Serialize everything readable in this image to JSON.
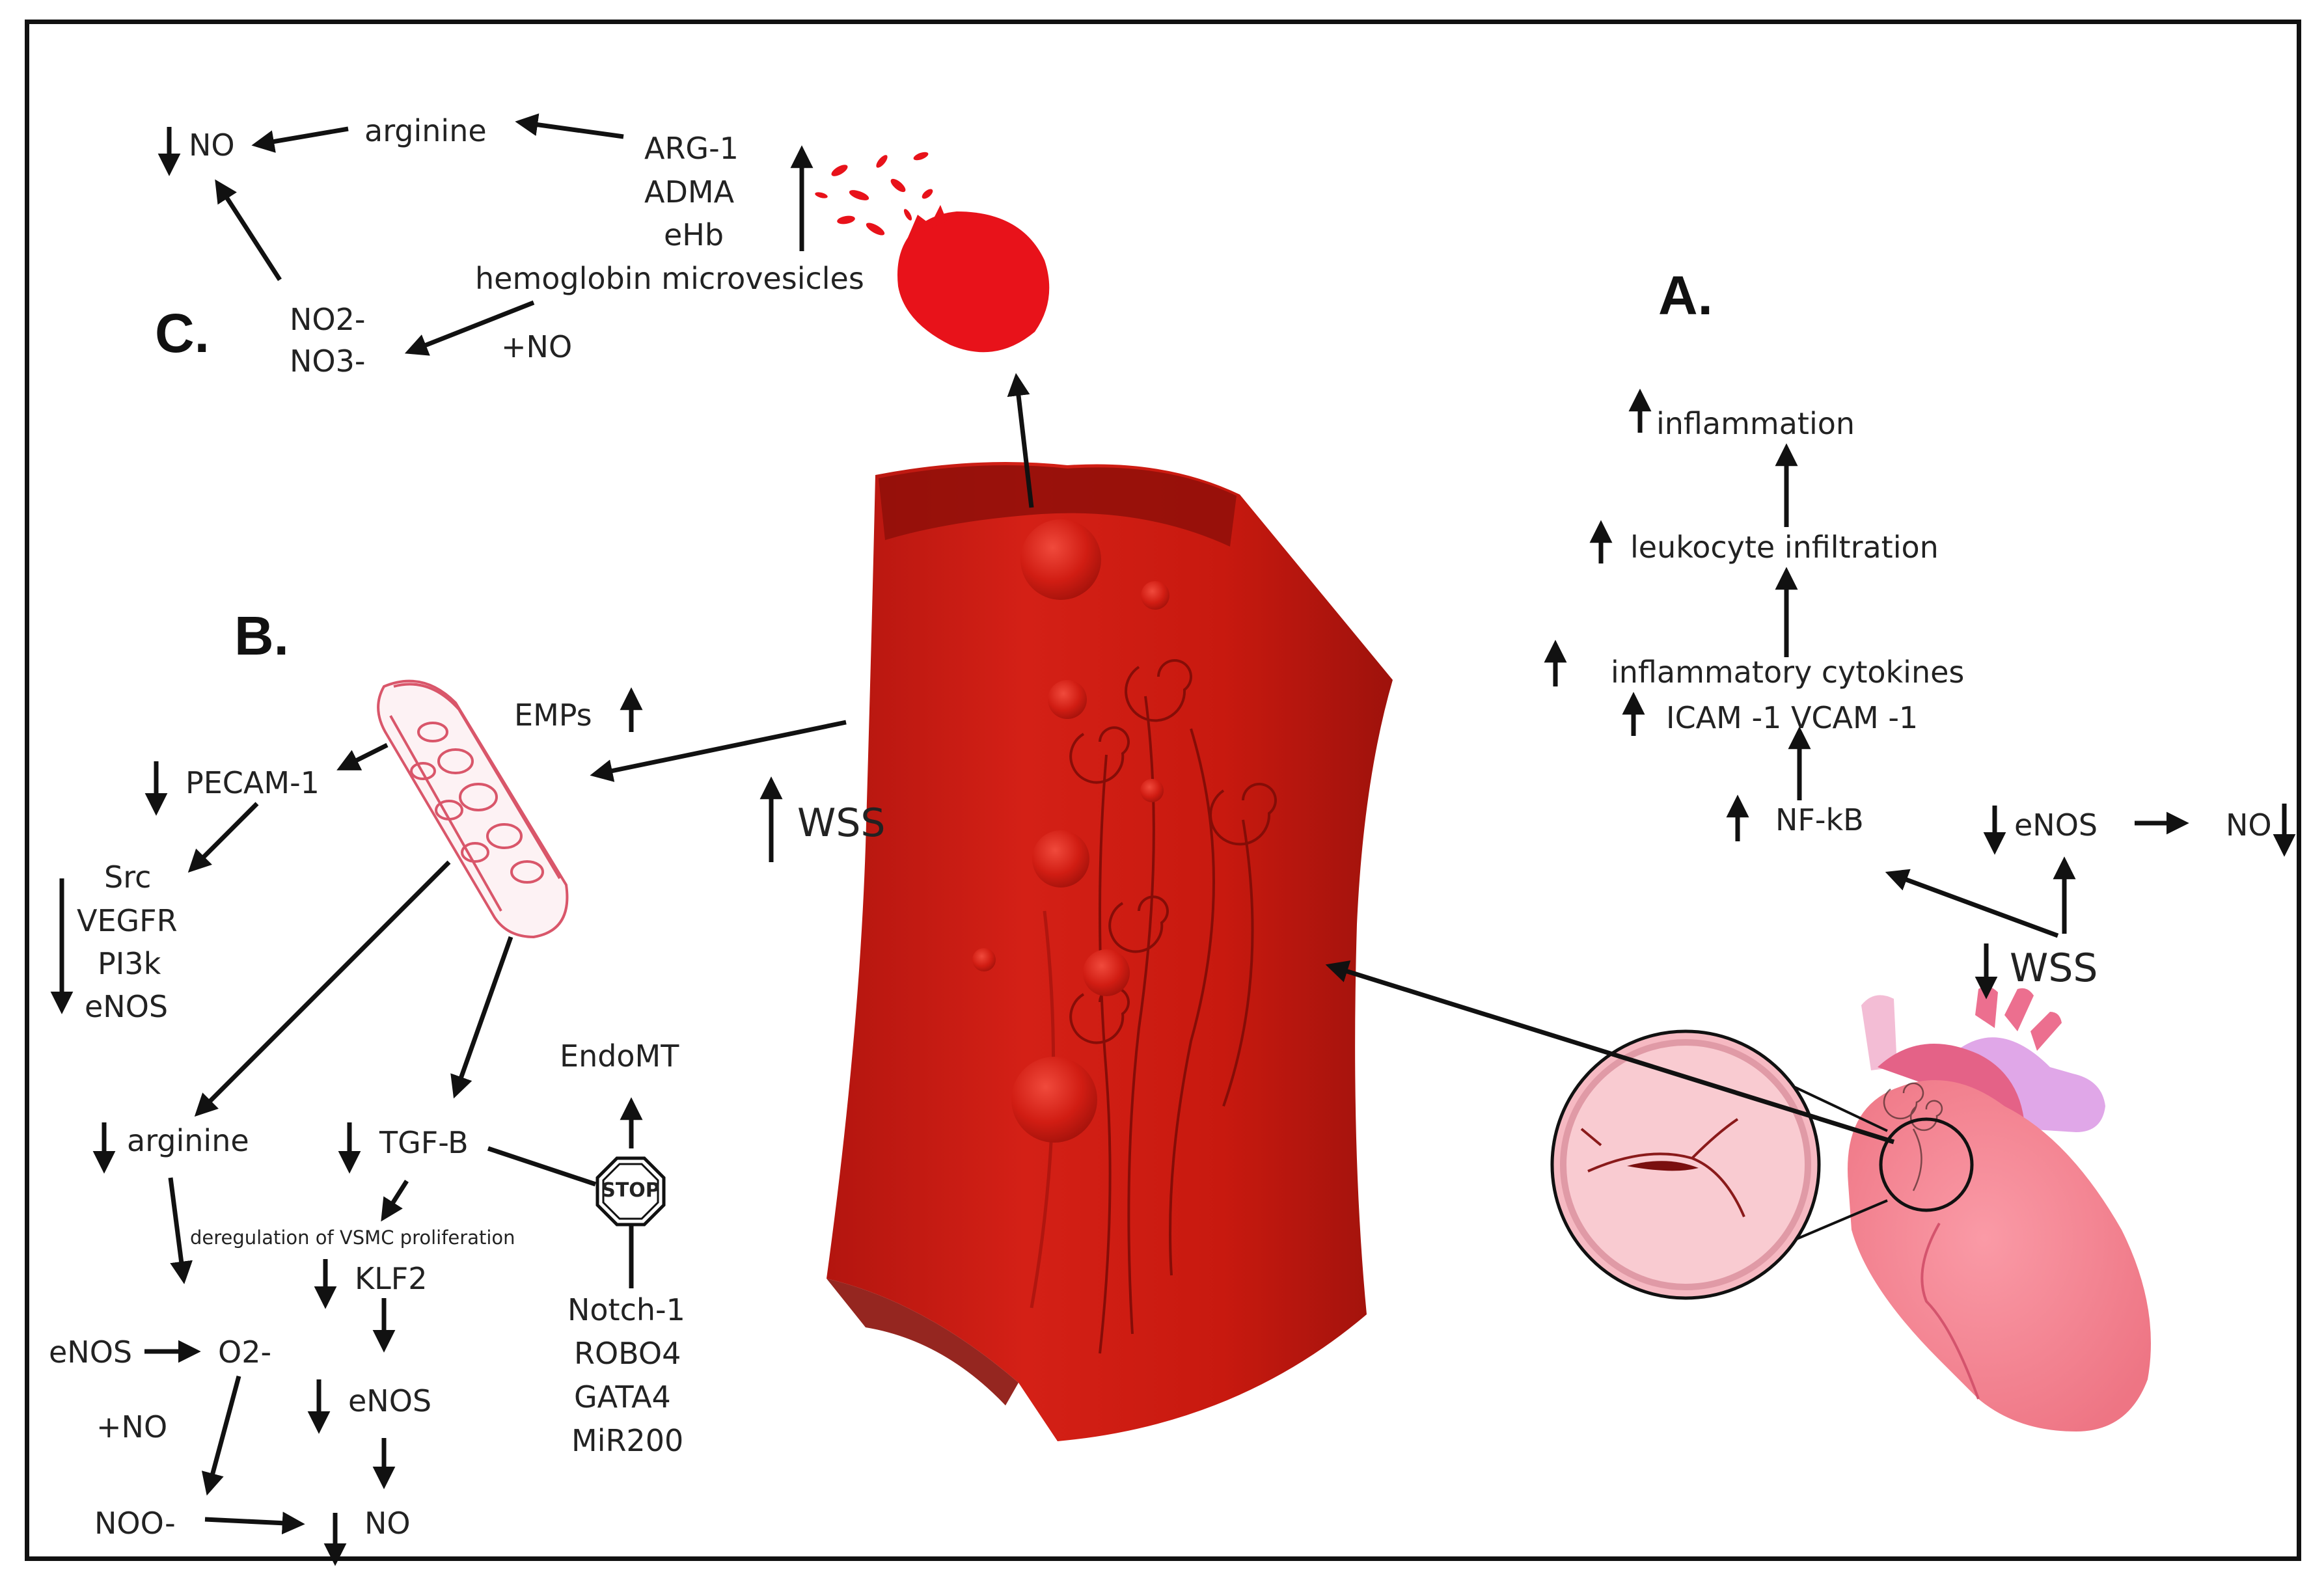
{
  "sections": {
    "a": "A.",
    "b": "B.",
    "c": "C."
  },
  "panel_c": {
    "no": "NO",
    "arginine": "arginine",
    "arg1": "ARG-1",
    "adma": "ADMA",
    "ehb": "eHb",
    "hemoglobin_mv": "hemoglobin microvesicles",
    "no2": "NO2-",
    "no3": "NO3-",
    "plus_no": "+NO"
  },
  "panel_a": {
    "inflammation": "inflammation",
    "leukocyte": "leukocyte infiltration",
    "cytokines": "inflammatory cytokines",
    "icam_vcam": "ICAM -1 VCAM -1",
    "nfkb": "NF-kB",
    "enos": "eNOS",
    "no": "NO",
    "wss": "WSS"
  },
  "center": {
    "wss": "WSS"
  },
  "panel_b": {
    "emps": "EMPs",
    "pecam": "PECAM-1",
    "src": "Src",
    "vegfr": "VEGFR",
    "pi3k": "PI3k",
    "enos_list": "eNOS",
    "arginine": "arginine",
    "tgfb": "TGF-B",
    "endomt": "EndoMT",
    "stop": "STOP",
    "deregulation": "deregulation of VSMC proliferation",
    "klf2": "KLF2",
    "enos_left": "eNOS",
    "o2": "O2-",
    "plus_no": "+NO",
    "enos_mid": "eNOS",
    "notch": "Notch-1",
    "robo4": "ROBO4",
    "gata4": "GATA4",
    "mir200": "MiR200",
    "noo": "NOO-",
    "no": "NO"
  }
}
